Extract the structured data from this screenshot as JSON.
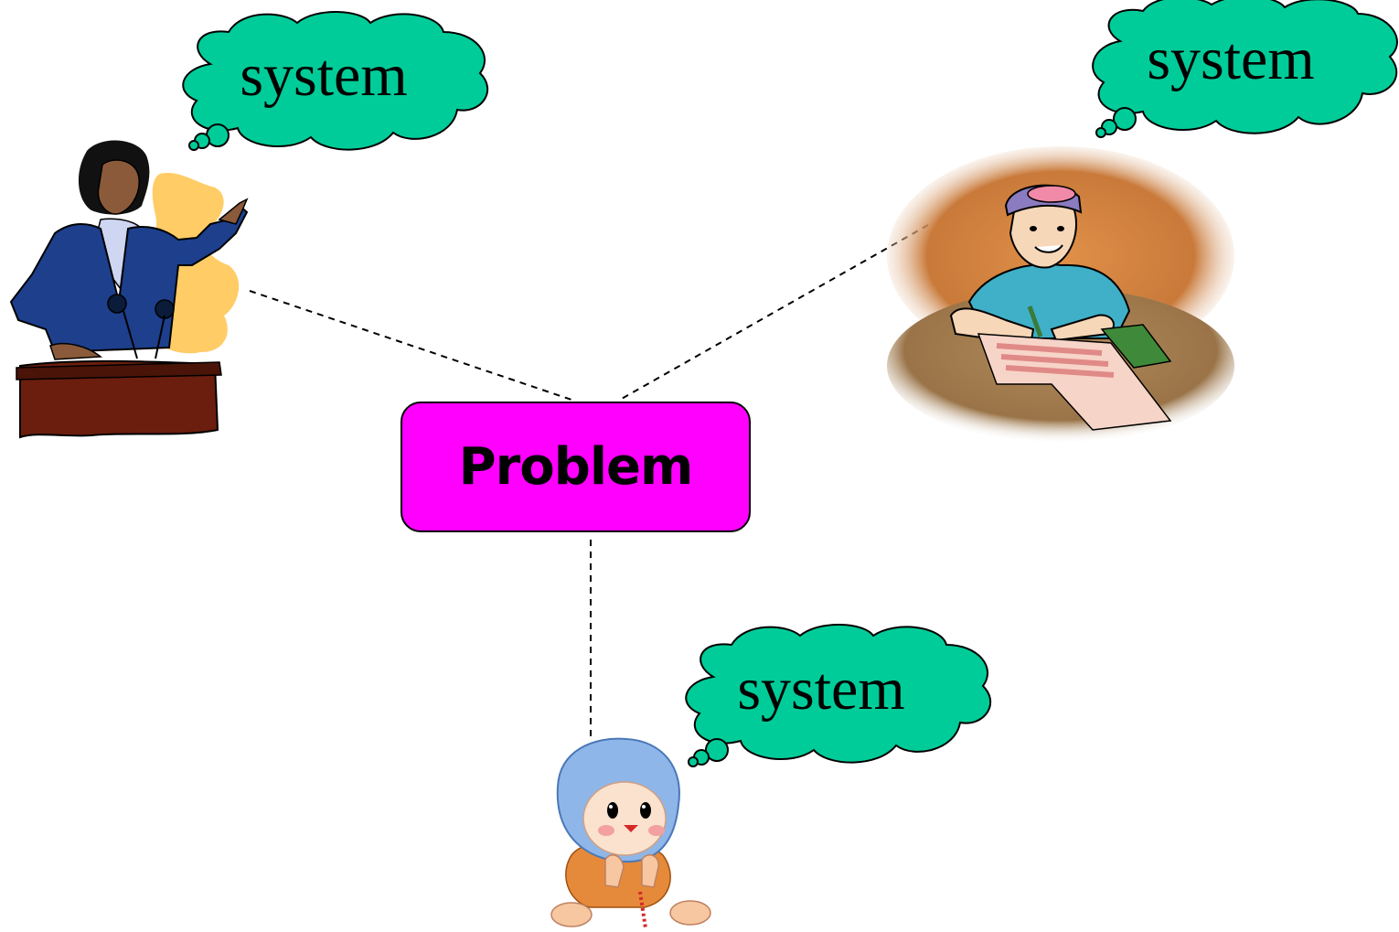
{
  "center": {
    "label": "Problem",
    "fill": "#ff00ff"
  },
  "connector_color": "#000000",
  "thought_clouds": [
    {
      "name": "speaker",
      "text": "system",
      "fill": "#00cc99"
    },
    {
      "name": "student",
      "text": "system",
      "fill": "#00cc99"
    },
    {
      "name": "baby",
      "text": "system",
      "fill": "#00cc99"
    }
  ],
  "people": [
    {
      "name": "speaker-at-podium",
      "icon": "speaker-clipart"
    },
    {
      "name": "student-writing",
      "icon": "student-clipart"
    },
    {
      "name": "baby-in-bonnet",
      "icon": "baby-clipart"
    }
  ]
}
